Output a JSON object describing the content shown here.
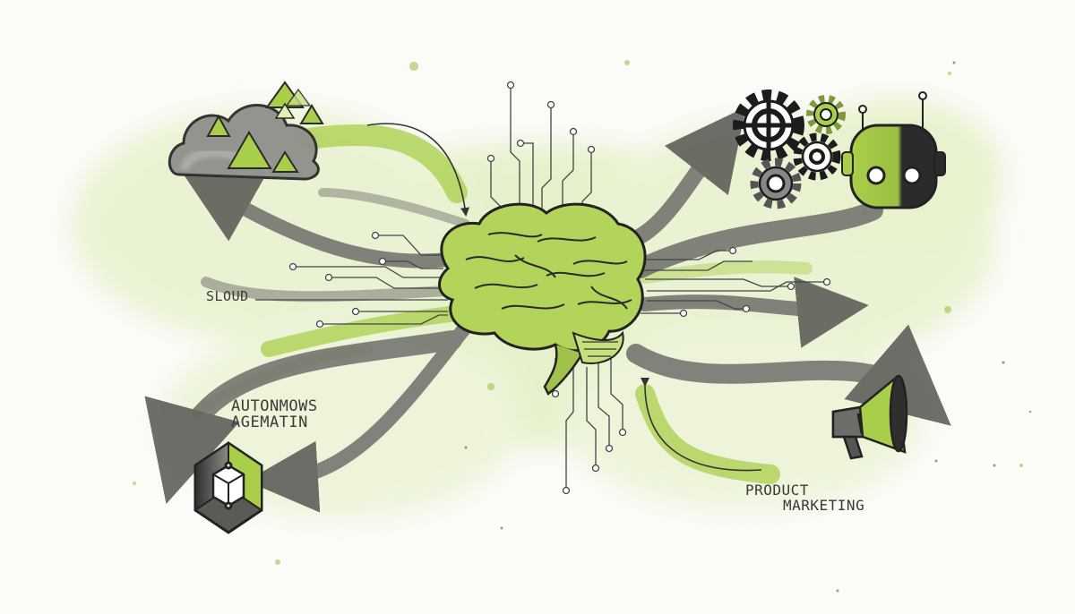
{
  "labels": {
    "cloud": "SLOUD",
    "automation": [
      "AUTONMOWS",
      "AGEMATIN"
    ],
    "marketing": [
      "PRODUCT",
      "MARKETING"
    ]
  },
  "colors": {
    "accent_green": "#a9cf4a",
    "wash_green": "#d3e8a6",
    "ink": "#2b2b2b",
    "gray": "#6e6e6a",
    "paper": "#fbfbf8"
  },
  "icons": [
    "brain-icon",
    "cloud-icon",
    "gears-icon",
    "robot-icon",
    "megaphone-icon",
    "cube-icon"
  ]
}
